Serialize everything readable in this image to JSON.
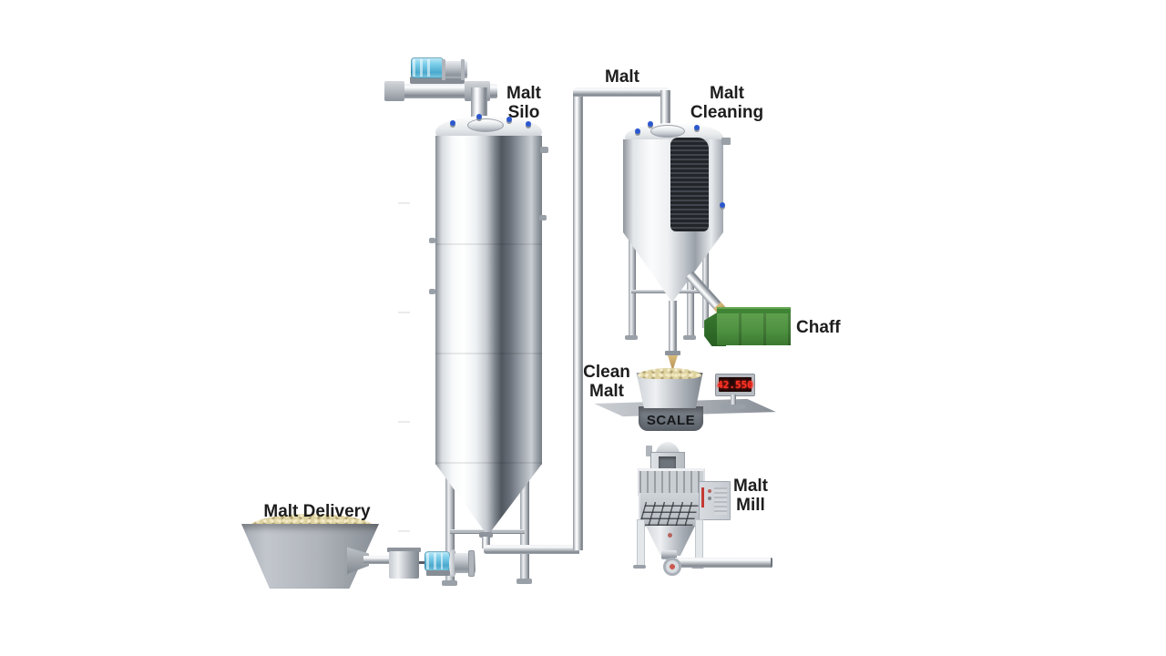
{
  "diagram": {
    "title_hint": "Malt handling process diagram",
    "labels": {
      "malt_silo_line1": "Malt",
      "malt_silo_line2": "Silo",
      "malt_pipe": "Malt",
      "malt_cleaning_line1": "Malt",
      "malt_cleaning_line2": "Cleaning",
      "chaff": "Chaff",
      "clean_malt_line1": "Clean",
      "clean_malt_line2": "Malt",
      "scale": "SCALE",
      "malt_mill_line1": "Malt",
      "malt_mill_line2": "Mill",
      "malt_delivery": "Malt Delivery"
    },
    "scale_display": {
      "reading": "42.550"
    },
    "colors": {
      "background": "#ffffff",
      "steel_light": "#eef0f2",
      "steel_mid": "#b4b9bf",
      "steel_dark": "#6e747c",
      "motor_cyan": "#6ec6e4",
      "bin_green": "#4e9141",
      "bin_green_dark": "#2f6b28",
      "malt_beige": "#ddd2a0",
      "led_red": "#ff3426",
      "label_black": "#1d1d1d"
    }
  }
}
